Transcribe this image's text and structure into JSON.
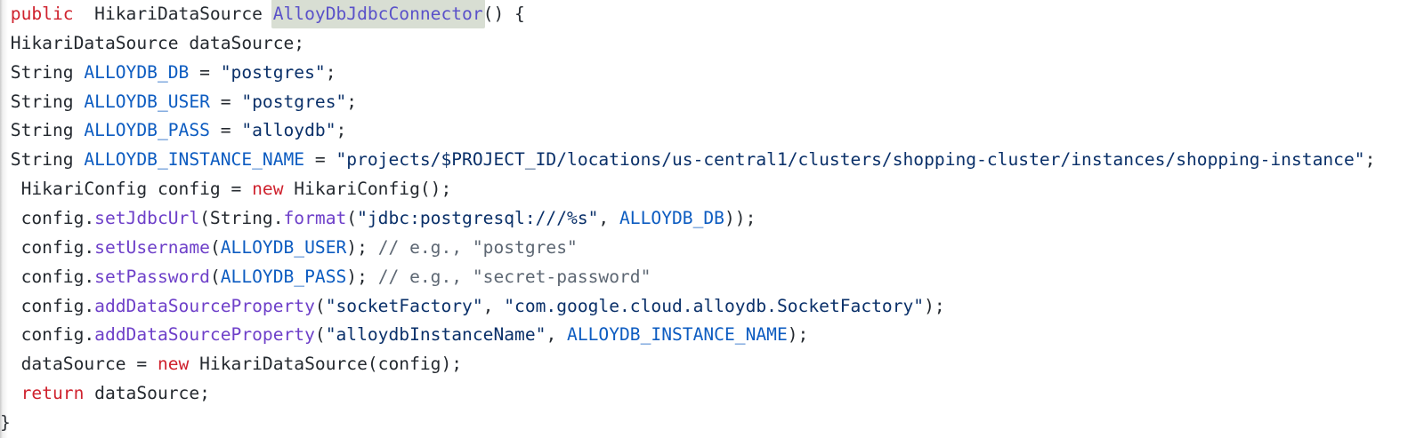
{
  "code": {
    "language": "java",
    "colors": {
      "background": "#ffffff",
      "plain": "#24292f",
      "keyword": "#cf222e",
      "constant": "#0d5cc1",
      "string": "#0a3069",
      "comment": "#5d6773",
      "method": "#6e40c9",
      "function": "#5a51c9",
      "symbol_highlight": "#d8ded3"
    },
    "highlighted_symbol": "AlloyDbJdbcConnector",
    "lines": [
      {
        "tokens": [
          {
            "text": " ",
            "type": "plain"
          },
          {
            "text": "public",
            "type": "keyword"
          },
          {
            "text": "  HikariDataSource ",
            "type": "plain"
          },
          {
            "text": "AlloyDbJdbcConnector",
            "type": "function",
            "highlighted": true
          },
          {
            "text": "() {",
            "type": "plain"
          }
        ]
      },
      {
        "tokens": [
          {
            "text": " HikariDataSource dataSource;",
            "type": "plain"
          }
        ]
      },
      {
        "tokens": [
          {
            "text": " String ",
            "type": "plain"
          },
          {
            "text": "ALLOYDB_DB",
            "type": "constant"
          },
          {
            "text": " = ",
            "type": "plain"
          },
          {
            "text": "\"postgres\"",
            "type": "string"
          },
          {
            "text": ";",
            "type": "plain"
          }
        ]
      },
      {
        "tokens": [
          {
            "text": " String ",
            "type": "plain"
          },
          {
            "text": "ALLOYDB_USER",
            "type": "constant"
          },
          {
            "text": " = ",
            "type": "plain"
          },
          {
            "text": "\"postgres\"",
            "type": "string"
          },
          {
            "text": ";",
            "type": "plain"
          }
        ]
      },
      {
        "tokens": [
          {
            "text": " String ",
            "type": "plain"
          },
          {
            "text": "ALLOYDB_PASS",
            "type": "constant"
          },
          {
            "text": " = ",
            "type": "plain"
          },
          {
            "text": "\"alloydb\"",
            "type": "string"
          },
          {
            "text": ";",
            "type": "plain"
          }
        ]
      },
      {
        "tokens": [
          {
            "text": " String ",
            "type": "plain"
          },
          {
            "text": "ALLOYDB_INSTANCE_NAME",
            "type": "constant"
          },
          {
            "text": " = ",
            "type": "plain"
          },
          {
            "text": "\"projects/$PROJECT_ID/locations/us-central1/clusters/shopping-cluster/instances/shopping-instance\"",
            "type": "string"
          },
          {
            "text": ";",
            "type": "plain"
          }
        ]
      },
      {
        "tokens": [
          {
            "text": "  HikariConfig config = ",
            "type": "plain"
          },
          {
            "text": "new",
            "type": "keyword"
          },
          {
            "text": " HikariConfig();",
            "type": "plain"
          }
        ]
      },
      {
        "tokens": [
          {
            "text": "  config.",
            "type": "plain"
          },
          {
            "text": "setJdbcUrl",
            "type": "method"
          },
          {
            "text": "(String.",
            "type": "plain"
          },
          {
            "text": "format",
            "type": "method"
          },
          {
            "text": "(",
            "type": "plain"
          },
          {
            "text": "\"jdbc:postgresql:///%s\"",
            "type": "string"
          },
          {
            "text": ", ",
            "type": "plain"
          },
          {
            "text": "ALLOYDB_DB",
            "type": "constant"
          },
          {
            "text": "));",
            "type": "plain"
          }
        ]
      },
      {
        "tokens": [
          {
            "text": "  config.",
            "type": "plain"
          },
          {
            "text": "setUsername",
            "type": "method"
          },
          {
            "text": "(",
            "type": "plain"
          },
          {
            "text": "ALLOYDB_USER",
            "type": "constant"
          },
          {
            "text": "); ",
            "type": "plain"
          },
          {
            "text": "// e.g., \"postgres\"",
            "type": "comment"
          }
        ]
      },
      {
        "tokens": [
          {
            "text": "  config.",
            "type": "plain"
          },
          {
            "text": "setPassword",
            "type": "method"
          },
          {
            "text": "(",
            "type": "plain"
          },
          {
            "text": "ALLOYDB_PASS",
            "type": "constant"
          },
          {
            "text": "); ",
            "type": "plain"
          },
          {
            "text": "// e.g., \"secret-password\"",
            "type": "comment"
          }
        ]
      },
      {
        "tokens": [
          {
            "text": "  config.",
            "type": "plain"
          },
          {
            "text": "addDataSourceProperty",
            "type": "method"
          },
          {
            "text": "(",
            "type": "plain"
          },
          {
            "text": "\"socketFactory\"",
            "type": "string"
          },
          {
            "text": ", ",
            "type": "plain"
          },
          {
            "text": "\"com.google.cloud.alloydb.SocketFactory\"",
            "type": "string"
          },
          {
            "text": ");",
            "type": "plain"
          }
        ]
      },
      {
        "tokens": [
          {
            "text": "  config.",
            "type": "plain"
          },
          {
            "text": "addDataSourceProperty",
            "type": "method"
          },
          {
            "text": "(",
            "type": "plain"
          },
          {
            "text": "\"alloydbInstanceName\"",
            "type": "string"
          },
          {
            "text": ", ",
            "type": "plain"
          },
          {
            "text": "ALLOYDB_INSTANCE_NAME",
            "type": "constant"
          },
          {
            "text": ");",
            "type": "plain"
          }
        ]
      },
      {
        "tokens": [
          {
            "text": "  dataSource = ",
            "type": "plain"
          },
          {
            "text": "new",
            "type": "keyword"
          },
          {
            "text": " HikariDataSource(config);",
            "type": "plain"
          }
        ]
      },
      {
        "tokens": [
          {
            "text": "  ",
            "type": "plain"
          },
          {
            "text": "return",
            "type": "keyword"
          },
          {
            "text": " dataSource;",
            "type": "plain"
          }
        ]
      },
      {
        "tokens": [
          {
            "text": "}",
            "type": "plain"
          }
        ]
      }
    ]
  }
}
